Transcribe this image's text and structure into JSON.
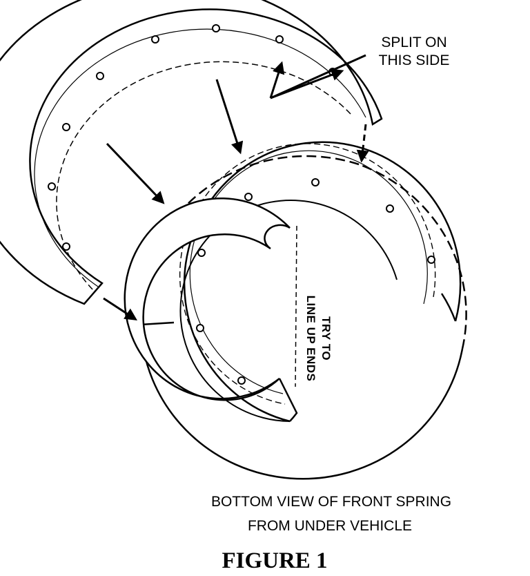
{
  "callout": {
    "line1": "SPLIT ON",
    "line2": "THIS SIDE"
  },
  "annotation": {
    "line1": "TRY TO",
    "line2": "LINE UP ENDS"
  },
  "caption": {
    "line1": "BOTTOM VIEW OF FRONT SPRING",
    "line2": "FROM UNDER VEHICLE"
  },
  "figure_label": "FIGURE 1",
  "colors": {
    "ink": "#000000",
    "paper": "#ffffff"
  }
}
